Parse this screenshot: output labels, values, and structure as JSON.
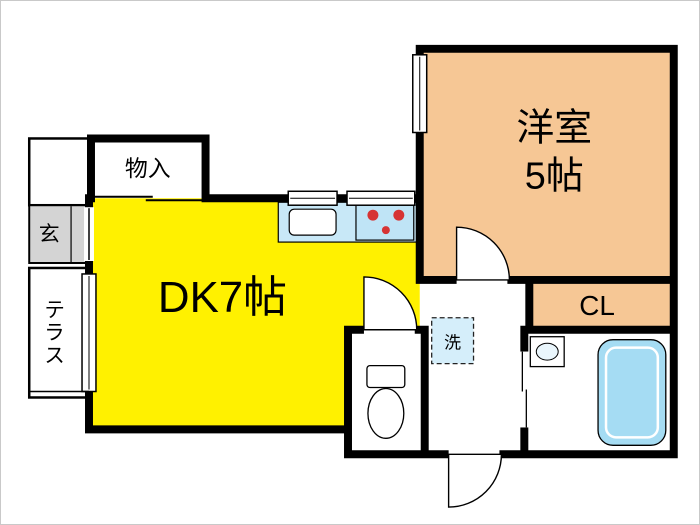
{
  "plan": {
    "type": "apartment-floor-plan",
    "labels": {
      "dk": "DK7帖",
      "western_1": "洋室",
      "western_2": "5帖",
      "storage": "物入",
      "entrance": "玄",
      "terrace": "テラス",
      "closet": "CL",
      "laundry": "洗"
    },
    "colors": {
      "wall": "#000000",
      "dk_fill": "#FFF100",
      "western_fill": "#F6C795",
      "closet_fill": "#F6C795",
      "entrance_fill": "#D4D4D4",
      "terrace_fill": "#FFFFFF",
      "counter_fill": "#C8E8F7",
      "stove_fill": "#BFE4F6",
      "sink_fill": "#FFFFFF",
      "tub_fill": "#A5DCF3",
      "laundry_pan_fill": "#D5EEFA",
      "burner_red": "#D63434",
      "fixture_fill": "#FFFFFF"
    }
  }
}
